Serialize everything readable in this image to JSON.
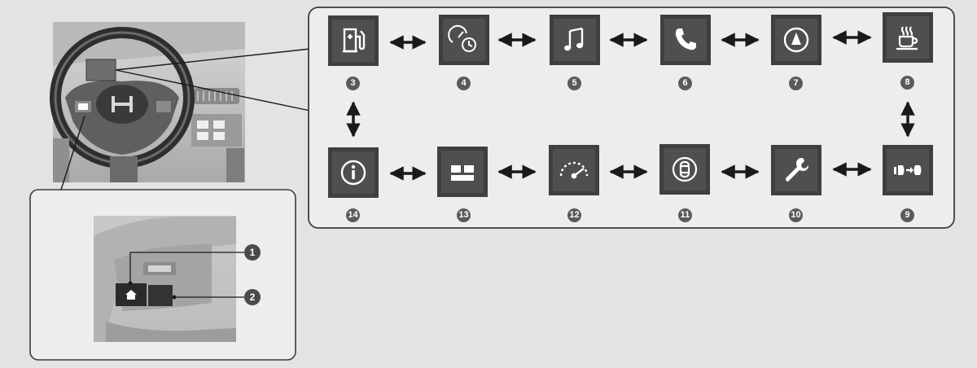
{
  "colors": {
    "background": "#e3e3e3",
    "panel": "#ededed",
    "panel_border": "#3d3d3d",
    "tile_dark": "#3f3f3f",
    "tile_face": "#4f4f4f",
    "badge": "#5a5a5a"
  },
  "tiles": [
    {
      "num": "3",
      "icon": "fuel-pump-icon"
    },
    {
      "num": "4",
      "icon": "trip-meter-timer-icon"
    },
    {
      "num": "5",
      "icon": "music-note-icon"
    },
    {
      "num": "6",
      "icon": "phone-icon"
    },
    {
      "num": "7",
      "icon": "navigation-arrow-icon"
    },
    {
      "num": "8",
      "icon": "coffee-cup-icon"
    },
    {
      "num": "9",
      "icon": "driver-assist-icon"
    },
    {
      "num": "10",
      "icon": "wrench-icon"
    },
    {
      "num": "11",
      "icon": "vehicle-status-icon"
    },
    {
      "num": "12",
      "icon": "speedometer-icon"
    },
    {
      "num": "13",
      "icon": "split-screen-icon"
    },
    {
      "num": "14",
      "icon": "info-icon"
    }
  ],
  "callouts": [
    {
      "num": "1",
      "target": "home-button"
    },
    {
      "num": "2",
      "target": "selector-wheel"
    }
  ],
  "steering_wheel": {
    "home_icon": "home-icon"
  }
}
